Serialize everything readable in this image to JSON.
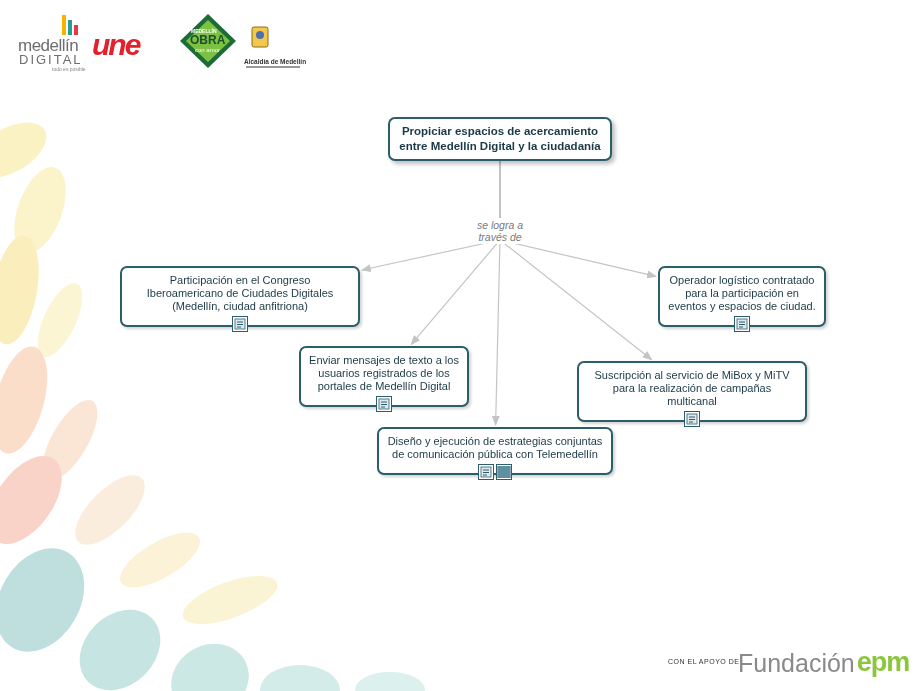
{
  "diagram": {
    "nodes": [
      {
        "text": [
          "Propiciar espacios de acercamiento entre Medellín Digital y la ciudadanía"
        ]
      },
      {
        "text": [
          "Participación en el Congreso Iberoamericano de Ciudades Digitales (Medellín, ciudad anfitriona)"
        ]
      },
      {
        "text": [
          "Operador logístico contratado para la participación en eventos y espacios de ciudad."
        ]
      },
      {
        "text": [
          "Enviar mensajes de texto a los usuarios registrados de los portales de Medellín Digital"
        ]
      },
      {
        "text": [
          "Suscripción al servicio de MiBox y MiTV para la realización de campañas multicanal"
        ]
      },
      {
        "text": [
          "Diseño y ejecución de estrategias conjuntas de comunicación pública con Telemedellín"
        ]
      }
    ],
    "edges": [
      {
        "from": 0,
        "to": 1,
        "arrow": "to"
      },
      {
        "from": 0,
        "to": 2,
        "arrow": "to"
      },
      {
        "from": 0,
        "to": 3,
        "arrow": "to"
      },
      {
        "from": 0,
        "to": 4,
        "arrow": "to"
      },
      {
        "from": 0,
        "to": 5,
        "arrow": "to",
        "label": "se logra a través de"
      }
    ],
    "labels": [
      "medellín",
      "DIGITAL",
      "todo es posible",
      "une",
      "MEDELLÍN",
      "OBRA",
      "con amor",
      "Alcaldía de Medellín",
      "CON EL APOYO DE:",
      "Fundación",
      "epm"
    ]
  }
}
